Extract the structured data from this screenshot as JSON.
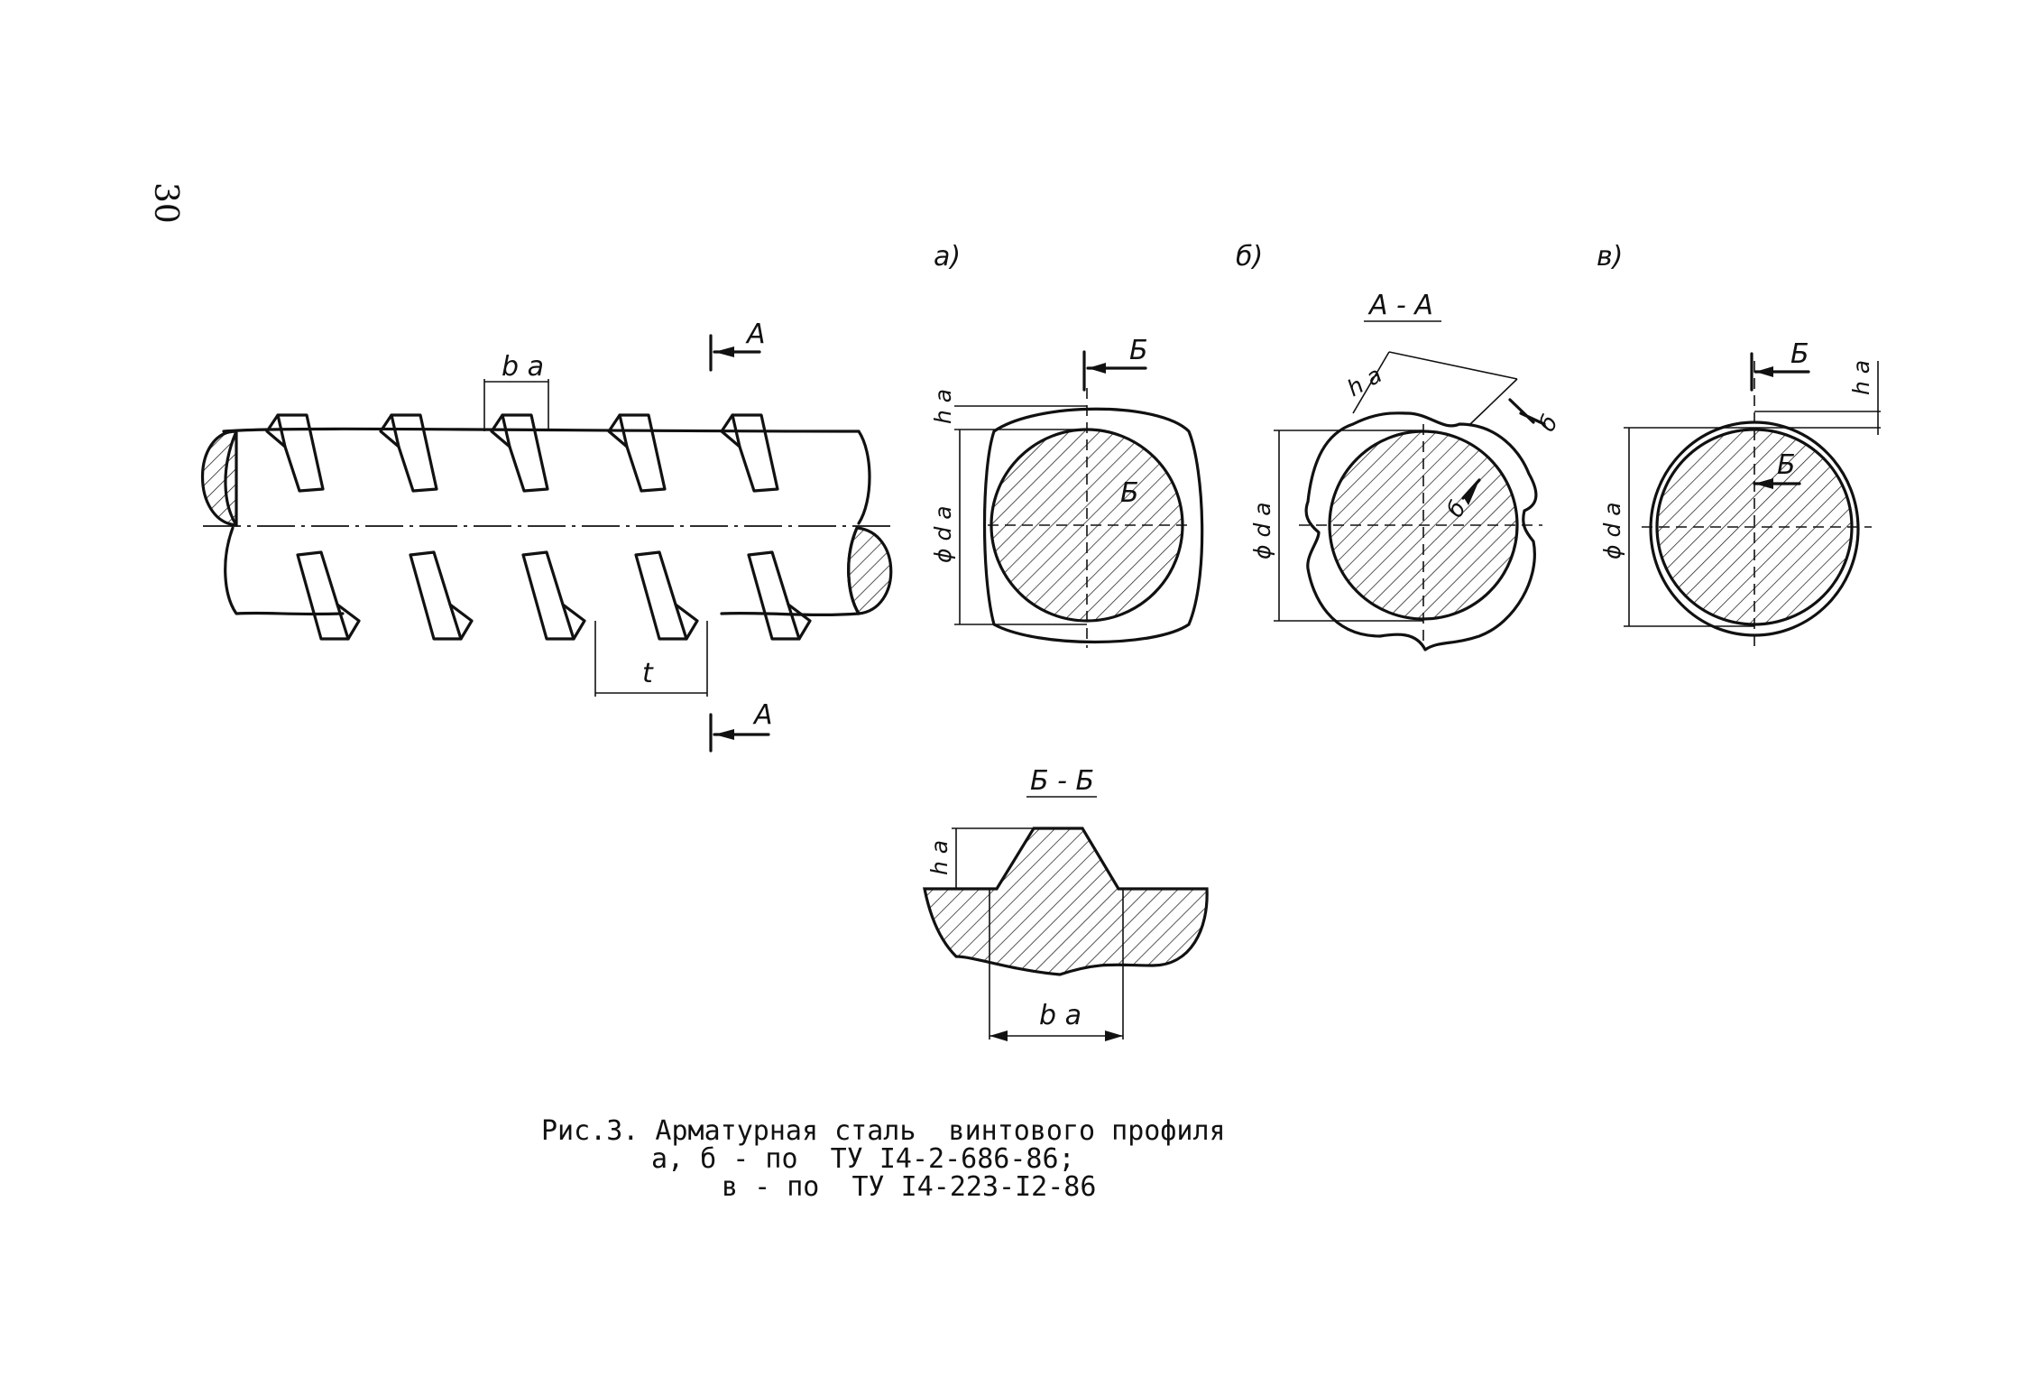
{
  "page_number": "30",
  "view_labels": {
    "a": "а)",
    "b": "б)",
    "v": "в)"
  },
  "sections": {
    "aa": "А - А",
    "bb": "Б - Б"
  },
  "cut_marks": {
    "A": "А",
    "B": "Б",
    "b_small": "б"
  },
  "dimensions": {
    "rib_width": "b a",
    "pitch": "t",
    "rib_height": "h a",
    "diameter": "ϕ d a"
  },
  "caption": {
    "line1": "Рис.3. Арматурная сталь  винтового профиля",
    "line2": "а, б - по  ТУ I4-2-686-86;",
    "line3": "в - по  ТУ I4-223-I2-86"
  }
}
